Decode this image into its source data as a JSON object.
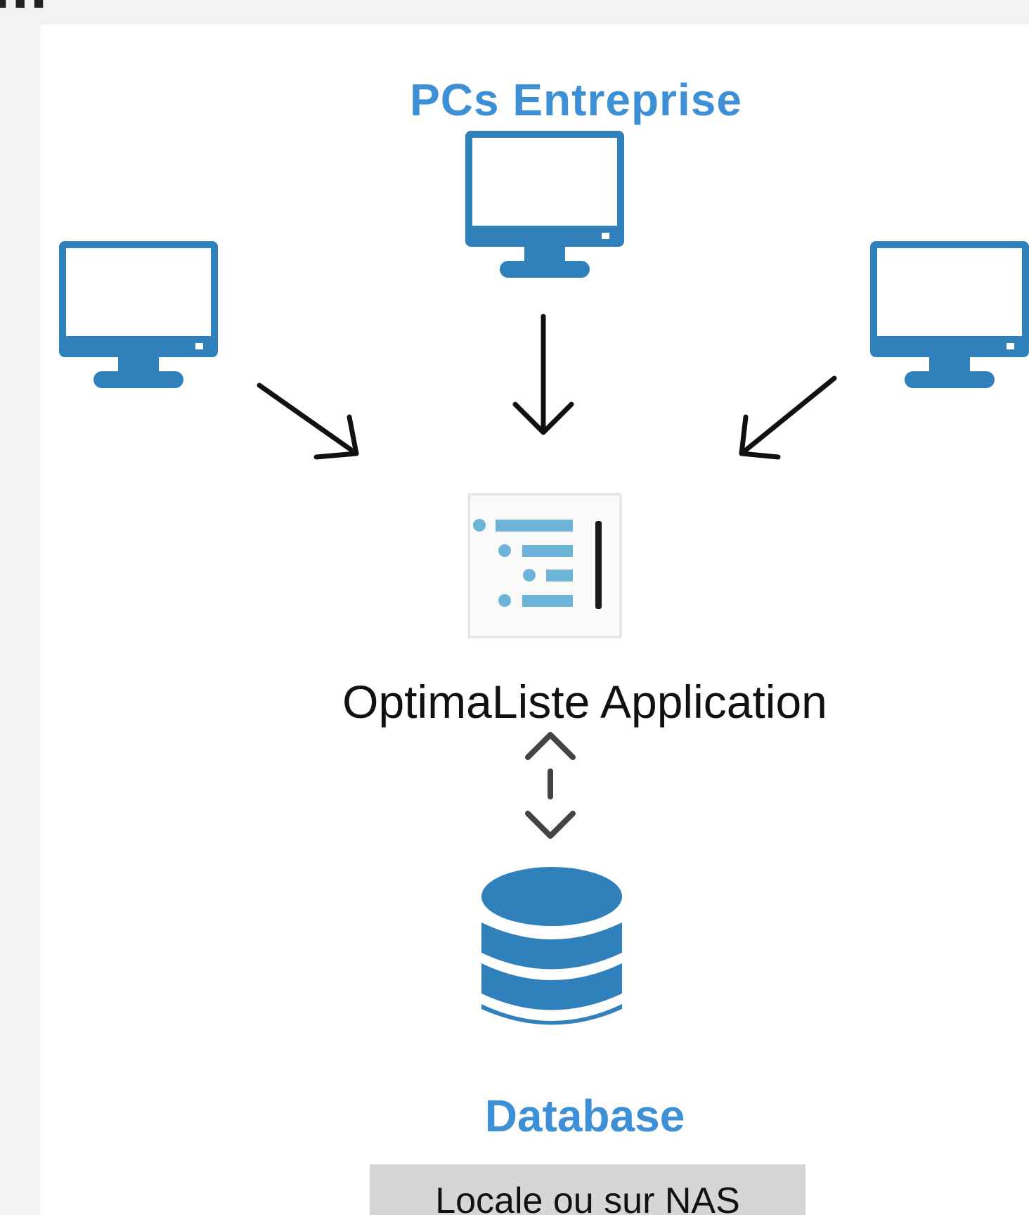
{
  "page_heading_fragment": "...",
  "diagram": {
    "clients_title": "PCs Entreprise",
    "application_label": "OptimaListe Application",
    "database_title": "Database",
    "database_location": "Locale ou sur NAS"
  },
  "colors": {
    "accent_blue": "#3d8fd6",
    "icon_blue": "#2f80bb",
    "list_icon_blue": "#6cb4d8",
    "arrow_color": "#111111",
    "location_box": "#d6d6d6"
  },
  "icons": [
    "monitor-icon",
    "monitor-icon",
    "monitor-icon",
    "arrow-down-right-icon",
    "arrow-down-icon",
    "arrow-down-left-icon",
    "list-app-icon",
    "bidirectional-arrow-icon",
    "database-icon"
  ]
}
